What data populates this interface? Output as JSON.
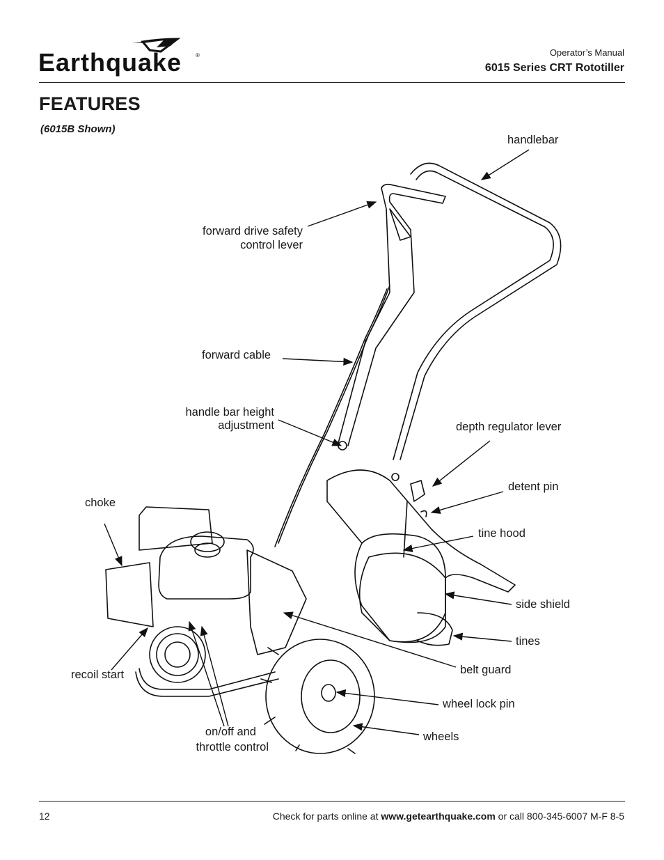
{
  "header": {
    "brand": "Earthquake",
    "subtitle": "Operator’s Manual",
    "title": "6015 Series CRT Rototiller"
  },
  "page_title": "FEATURES",
  "caption": "(6015B Shown)",
  "labels": {
    "handlebar": "handlebar",
    "safety_lever_line1": "forward drive safety",
    "safety_lever_line2": "control lever",
    "forward_cable": "forward cable",
    "height_adj_line1": "handle bar height",
    "height_adj_line2": "adjustment",
    "depth_lever": "depth regulator lever",
    "detent_pin": "detent pin",
    "choke": "choke",
    "tine_hood": "tine hood",
    "side_shield": "side shield",
    "tines": "tines",
    "belt_guard": "belt guard",
    "recoil_start": "recoil start",
    "wheel_lock_pin": "wheel lock pin",
    "throttle_line1": "on/off and",
    "throttle_line2": "throttle control",
    "wheels": "wheels"
  },
  "footer": {
    "page_number": "12",
    "text_before": "Check for parts online at ",
    "url": "www.getearthquake.com",
    "text_after": " or call 800-345-6007 M-F 8-5"
  }
}
